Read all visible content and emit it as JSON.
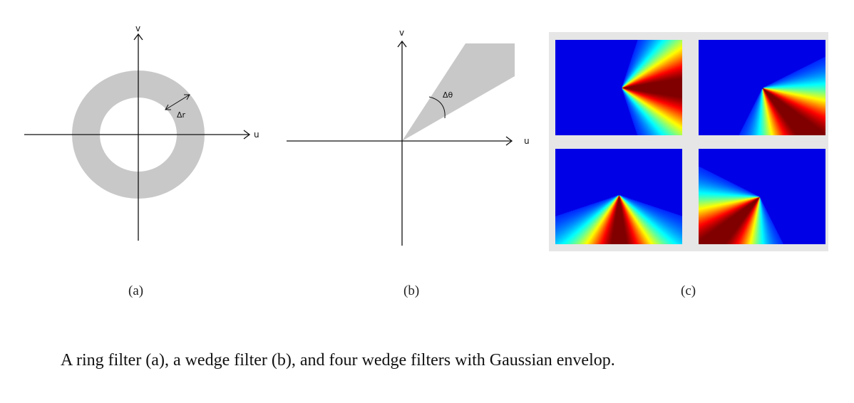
{
  "panel_a": {
    "axis_u": "u",
    "axis_v": "v",
    "delta_label": "Δr",
    "ring_color": "#c8c8c8"
  },
  "panel_b": {
    "axis_u": "u",
    "axis_v": "v",
    "delta_label": "Δθ",
    "wedge_color": "#c8c8c8"
  },
  "panel_c": {
    "frame_color": "#e6e6e6",
    "background_color": "#00008f",
    "colormap": "jet"
  },
  "sublabels": {
    "a": "(a)",
    "b": "(b)",
    "c": "(c)"
  },
  "caption": "A ring filter (a), a wedge filter (b), and four wedge filters with Gaussian envelop."
}
